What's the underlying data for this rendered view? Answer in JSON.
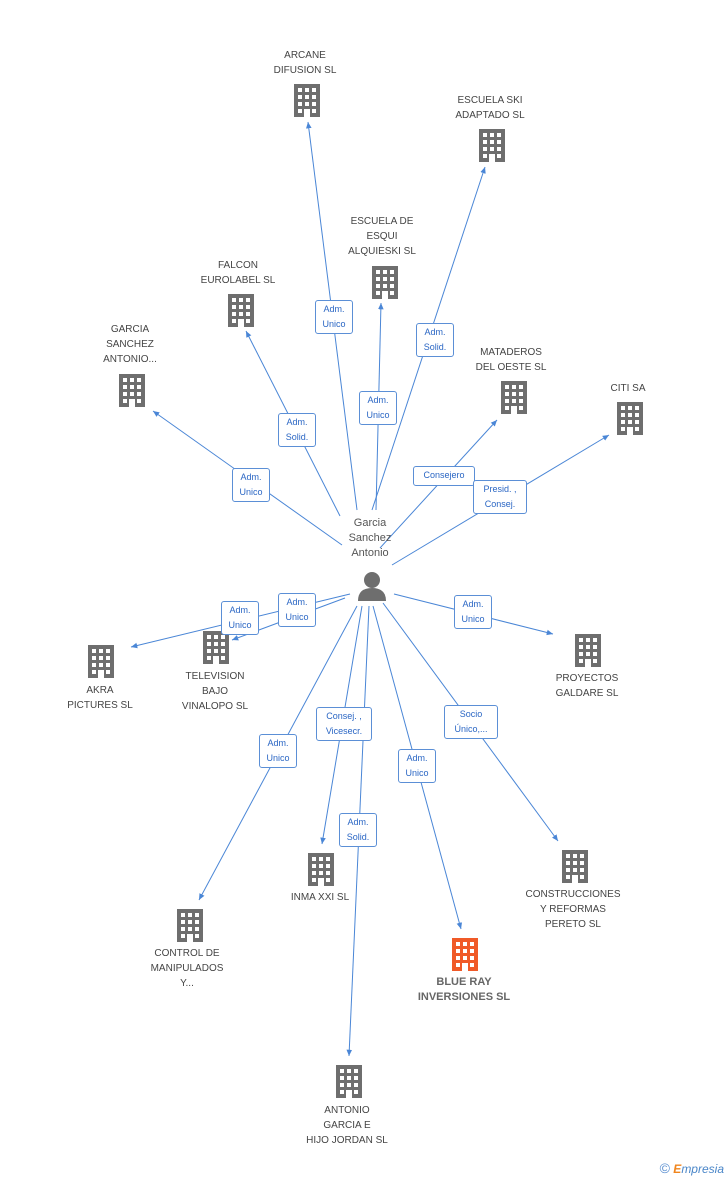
{
  "center": {
    "name": "Garcia\nSanchez\nAntonio",
    "icon": "person-icon"
  },
  "colors": {
    "edge": "#4a86d6",
    "building": "#6e6e6e",
    "building_highlight": "#f05a28",
    "person": "#6e6e6e"
  },
  "nodes": [
    {
      "id": "arcane",
      "label": "ARCANE\nDIFUSION SL",
      "highlight": false
    },
    {
      "id": "escuela-ski",
      "label": "ESCUELA SKI\nADAPTADO SL",
      "highlight": false
    },
    {
      "id": "escuela-esqui",
      "label": "ESCUELA DE\nESQUI\nALQUIESKI SL",
      "highlight": false
    },
    {
      "id": "falcon",
      "label": "FALCON\nEUROLABEL SL",
      "highlight": false
    },
    {
      "id": "garcia-sanchez",
      "label": "GARCIA\nSANCHEZ\nANTONIO...",
      "highlight": false
    },
    {
      "id": "mataderos",
      "label": "MATADEROS\nDEL OESTE SL",
      "highlight": false
    },
    {
      "id": "citi",
      "label": "CITI SA",
      "highlight": false
    },
    {
      "id": "akra",
      "label": "AKRA\nPICTURES SL",
      "highlight": false
    },
    {
      "id": "television",
      "label": "TELEVISION\nBAJO\nVINALOPO SL",
      "highlight": false
    },
    {
      "id": "proyectos",
      "label": "PROYECTOS\nGALDARE SL",
      "highlight": false
    },
    {
      "id": "construcciones",
      "label": "CONSTRUCCIONES\nY REFORMAS\nPERETO  SL",
      "highlight": false
    },
    {
      "id": "inma",
      "label": "INMA XXI SL",
      "highlight": false
    },
    {
      "id": "blue-ray",
      "label": "BLUE RAY\nINVERSIONES SL",
      "highlight": true
    },
    {
      "id": "control",
      "label": "CONTROL DE\nMANIPULADOS\nY...",
      "highlight": false
    },
    {
      "id": "antonio-garcia",
      "label": "ANTONIO\nGARCIA E\nHIJO JORDAN SL",
      "highlight": false
    }
  ],
  "edges": [
    {
      "to": "arcane",
      "label": "Adm.\nUnico"
    },
    {
      "to": "escuela-ski",
      "label": "Adm.\nSolid."
    },
    {
      "to": "escuela-esqui",
      "label": "Adm.\nUnico"
    },
    {
      "to": "falcon",
      "label": "Adm.\nSolid."
    },
    {
      "to": "garcia-sanchez",
      "label": "Adm.\nUnico"
    },
    {
      "to": "mataderos",
      "label": "Consejero"
    },
    {
      "to": "citi",
      "label": "Presid. ,\nConsej."
    },
    {
      "to": "akra",
      "label": "Adm.\nUnico"
    },
    {
      "to": "television",
      "label": "Adm.\nUnico"
    },
    {
      "to": "proyectos",
      "label": "Adm.\nUnico"
    },
    {
      "to": "construcciones",
      "label": "Socio\nÚnico,..."
    },
    {
      "to": "inma",
      "label": "Consej. ,\nVicesecr."
    },
    {
      "to": "blue-ray",
      "label": "Adm.\nUnico"
    },
    {
      "to": "control",
      "label": "Adm.\nUnico"
    },
    {
      "to": "antonio-garcia",
      "label": "Adm.\nSolid."
    }
  ],
  "footer": {
    "symbol": "©",
    "brand_first": "E",
    "brand_rest": "mpresia"
  }
}
